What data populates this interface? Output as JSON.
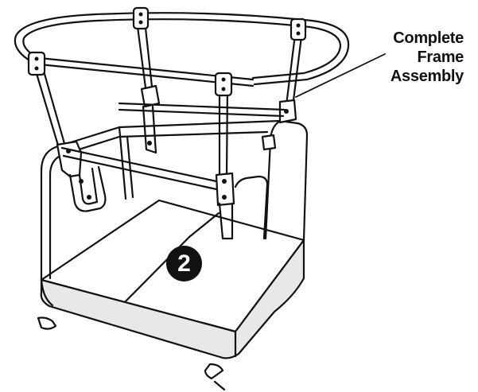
{
  "callout": {
    "line1": "Complete",
    "line2": "Frame",
    "line3": "Assembly"
  },
  "step_number": "2",
  "colors": {
    "line": "#111111",
    "fill_light": "#ffffff",
    "fill_shade": "#e8e8e8",
    "badge": "#111111"
  }
}
